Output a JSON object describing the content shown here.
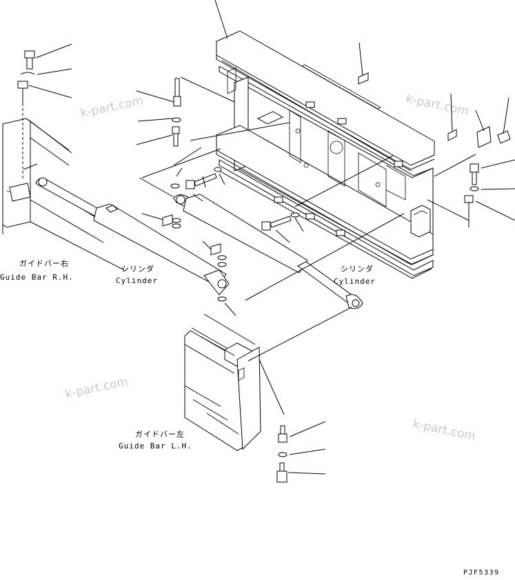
{
  "diagram": {
    "labels": {
      "guide_bar_rh_jp": "ガイドバー右",
      "guide_bar_rh_en": "Guide Bar R.H.",
      "cylinder_left_jp": "シリンダ",
      "cylinder_left_en": "Cylinder",
      "cylinder_right_jp": "シリンダ",
      "cylinder_right_en": "Cylinder",
      "guide_bar_lh_jp": "ガイドバー左",
      "guide_bar_lh_en": "Guide Bar L.H."
    },
    "watermarks": [
      "k-part.com",
      "k-part.com",
      "k-part.com",
      "k-part.com"
    ],
    "drawing_code": "PJF5339"
  }
}
